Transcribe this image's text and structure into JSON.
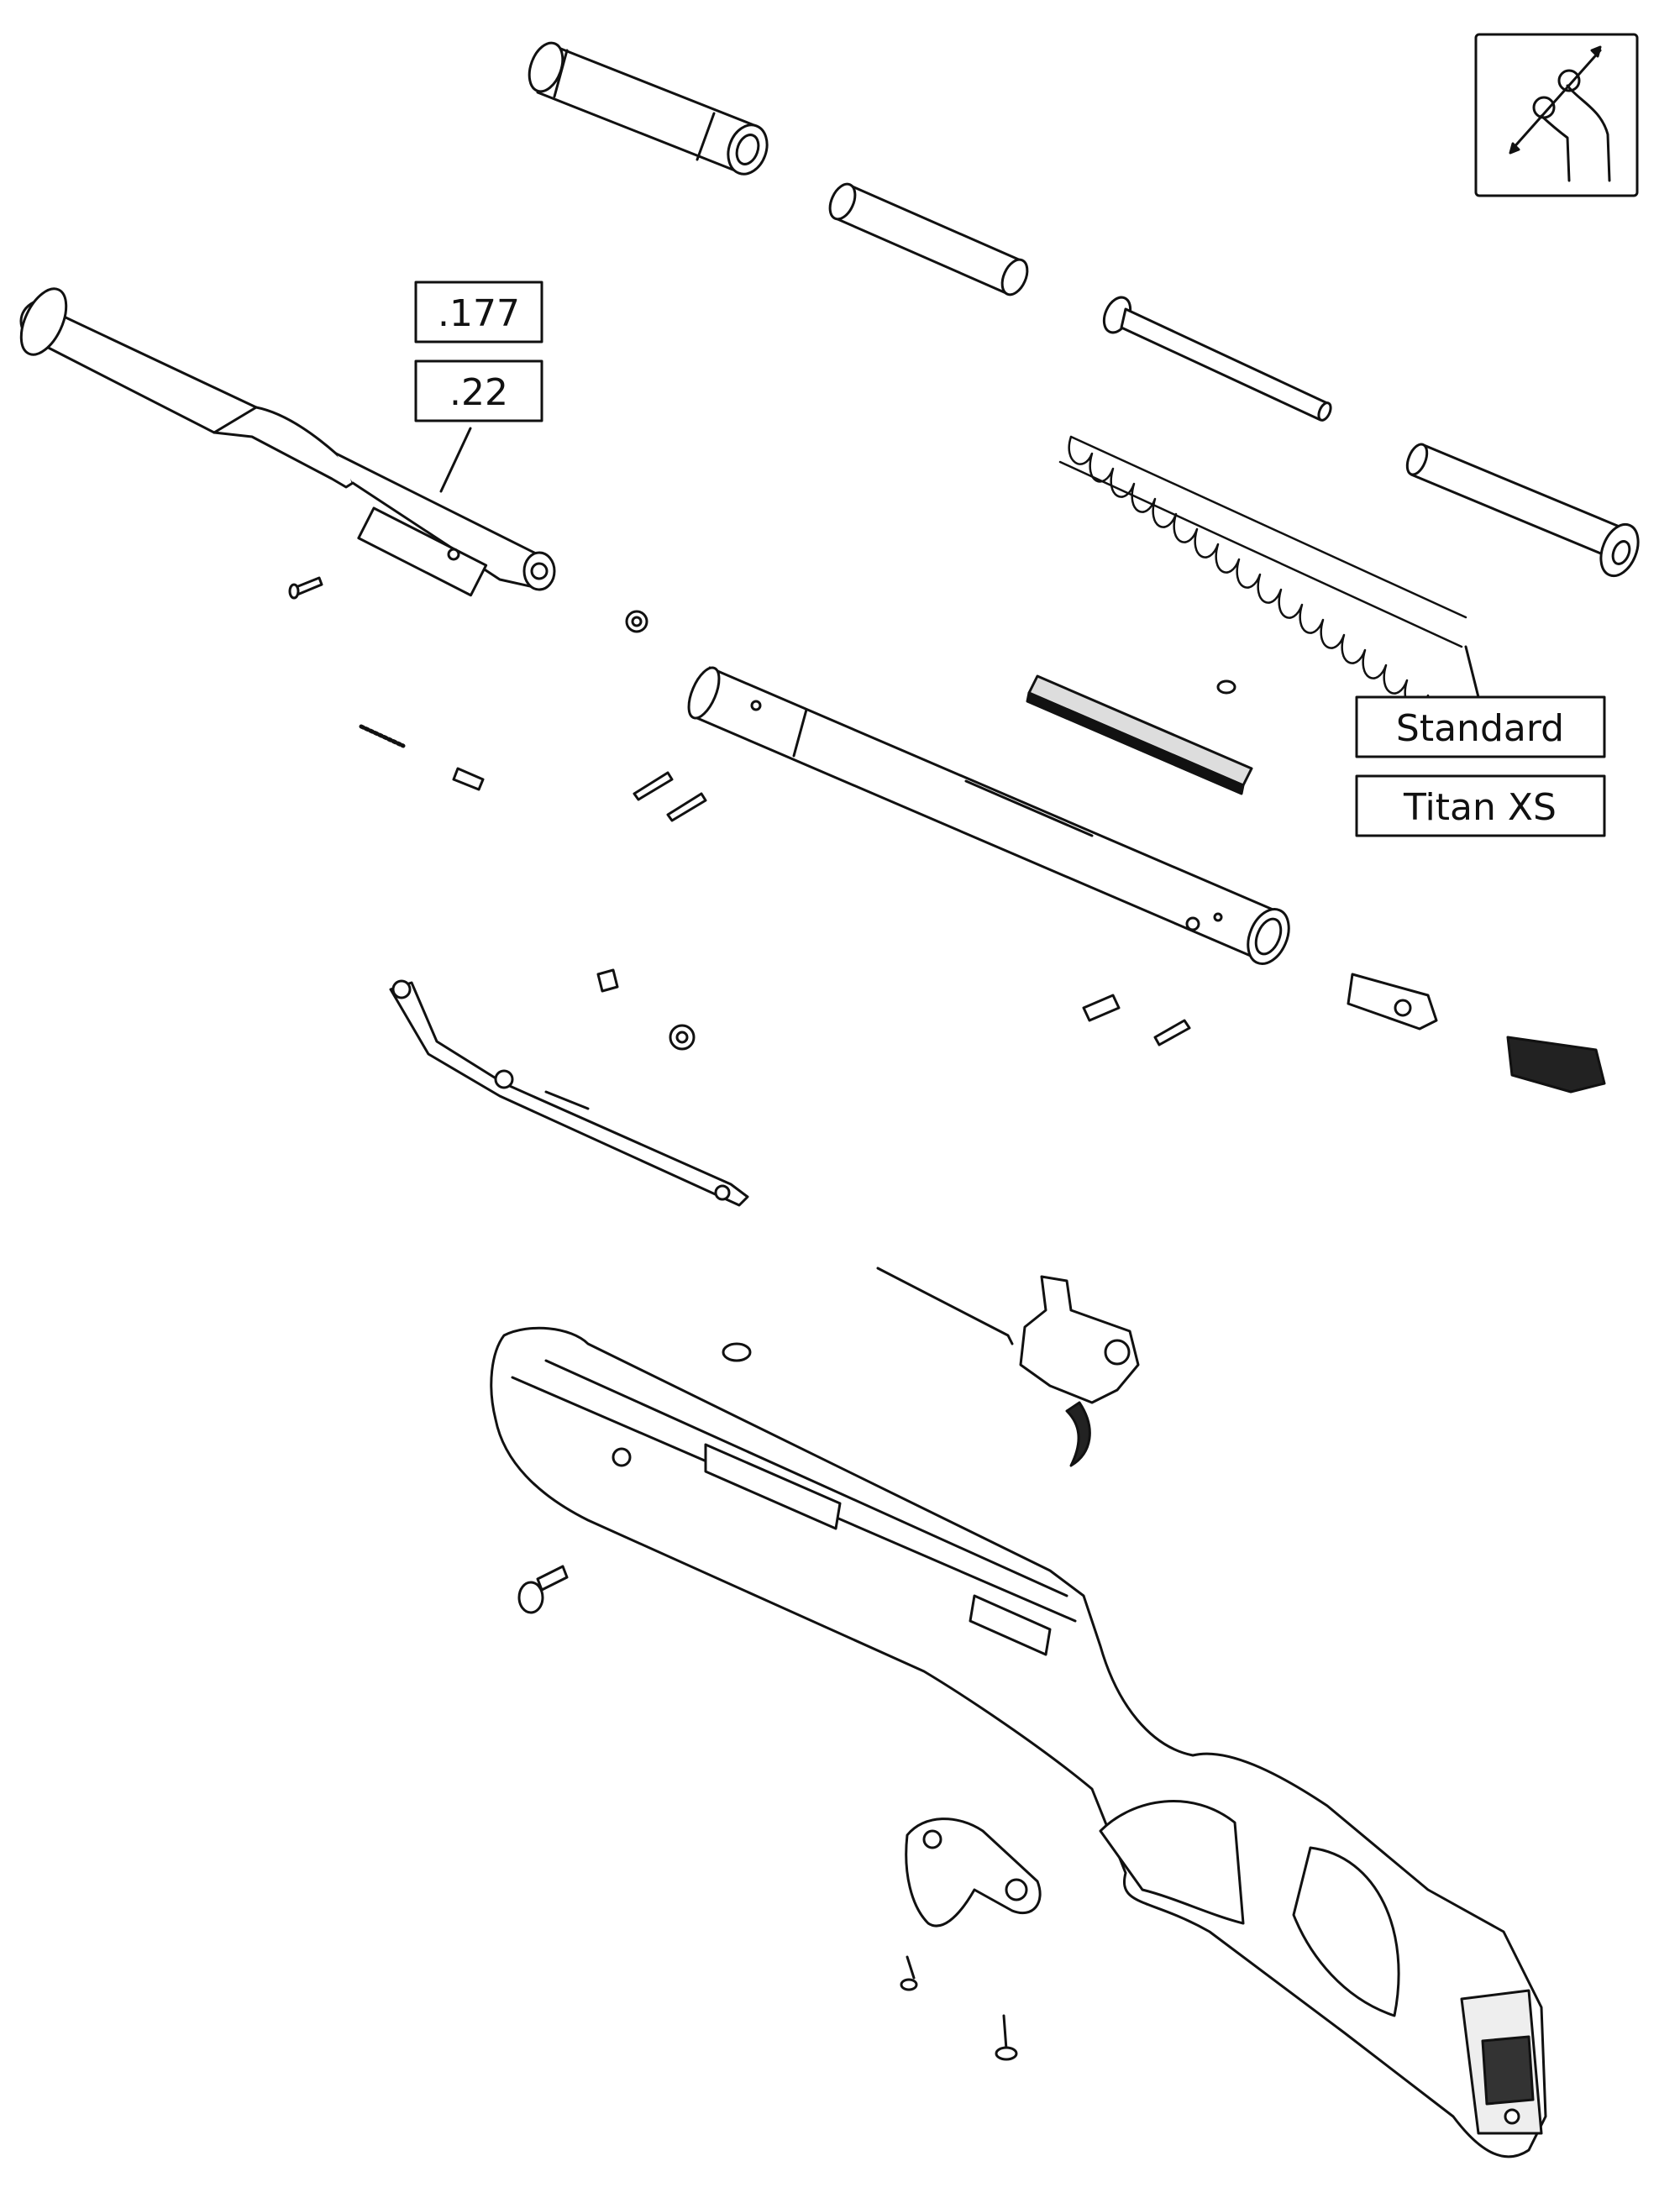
{
  "calibre_options": [
    ".177",
    ".22"
  ],
  "spring_options": [
    "Standard",
    "Titan XS"
  ],
  "gesture_hint": {
    "icon": "pinch-zoom-icon"
  },
  "colors": {
    "line": "#111111",
    "paper": "#ffffff",
    "fill_light": "#f4f4f4"
  }
}
